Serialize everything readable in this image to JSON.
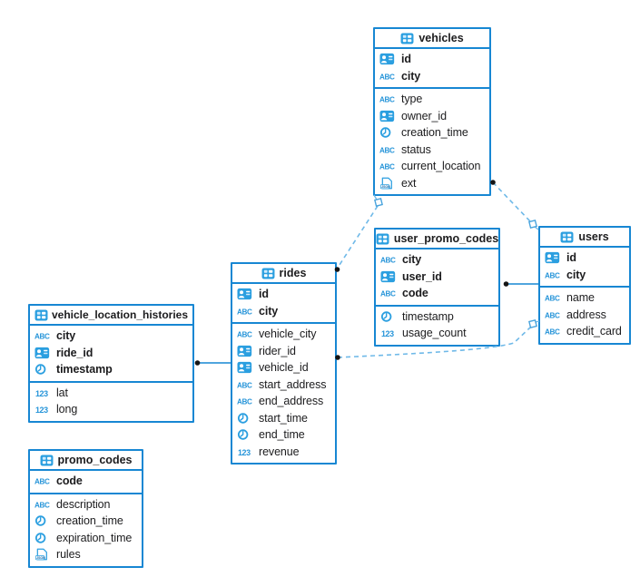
{
  "diagram": {
    "colors": {
      "table_border": "#1787d3",
      "icon_blue": "#2b9fe0",
      "dashed_relationship": "#6fb9e8",
      "solid_relationship": "#1787d3",
      "endpoint_dot": "#151515",
      "text": "#1c1c1e"
    },
    "tables": [
      {
        "name": "vehicles",
        "pk": [
          {
            "name": "id",
            "type": "id"
          },
          {
            "name": "city",
            "type": "string"
          }
        ],
        "fields": [
          {
            "name": "type",
            "type": "string"
          },
          {
            "name": "owner_id",
            "type": "id"
          },
          {
            "name": "creation_time",
            "type": "timestamp"
          },
          {
            "name": "status",
            "type": "string"
          },
          {
            "name": "current_location",
            "type": "string"
          },
          {
            "name": "ext",
            "type": "json"
          }
        ]
      },
      {
        "name": "user_promo_codes",
        "pk": [
          {
            "name": "city",
            "type": "string"
          },
          {
            "name": "user_id",
            "type": "id"
          },
          {
            "name": "code",
            "type": "string"
          }
        ],
        "fields": [
          {
            "name": "timestamp",
            "type": "timestamp"
          },
          {
            "name": "usage_count",
            "type": "number"
          }
        ]
      },
      {
        "name": "users",
        "pk": [
          {
            "name": "id",
            "type": "id"
          },
          {
            "name": "city",
            "type": "string"
          }
        ],
        "fields": [
          {
            "name": "name",
            "type": "string"
          },
          {
            "name": "address",
            "type": "string"
          },
          {
            "name": "credit_card",
            "type": "string"
          }
        ]
      },
      {
        "name": "rides",
        "pk": [
          {
            "name": "id",
            "type": "id"
          },
          {
            "name": "city",
            "type": "string"
          }
        ],
        "fields": [
          {
            "name": "vehicle_city",
            "type": "string"
          },
          {
            "name": "rider_id",
            "type": "id"
          },
          {
            "name": "vehicle_id",
            "type": "id"
          },
          {
            "name": "start_address",
            "type": "string"
          },
          {
            "name": "end_address",
            "type": "string"
          },
          {
            "name": "start_time",
            "type": "timestamp"
          },
          {
            "name": "end_time",
            "type": "timestamp"
          },
          {
            "name": "revenue",
            "type": "number"
          }
        ]
      },
      {
        "name": "vehicle_location_histories",
        "pk": [
          {
            "name": "city",
            "type": "string"
          },
          {
            "name": "ride_id",
            "type": "id"
          },
          {
            "name": "timestamp",
            "type": "timestamp"
          }
        ],
        "fields": [
          {
            "name": "lat",
            "type": "number"
          },
          {
            "name": "long",
            "type": "number"
          }
        ]
      },
      {
        "name": "promo_codes",
        "pk": [
          {
            "name": "code",
            "type": "string"
          }
        ],
        "fields": [
          {
            "name": "description",
            "type": "string"
          },
          {
            "name": "creation_time",
            "type": "timestamp"
          },
          {
            "name": "expiration_time",
            "type": "timestamp"
          },
          {
            "name": "rules",
            "type": "json"
          }
        ]
      }
    ]
  }
}
